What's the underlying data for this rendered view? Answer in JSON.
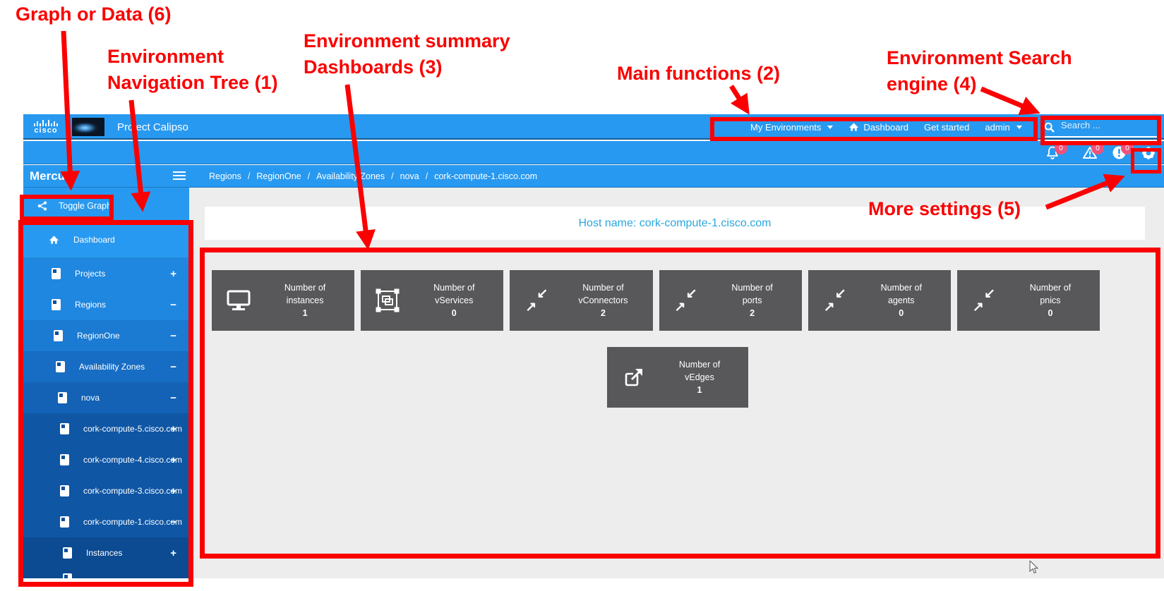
{
  "header": {
    "brand": "cisco",
    "app_title": "Project Calipso",
    "nav": {
      "my_environments": "My Environments",
      "dashboard": "Dashboard",
      "get_started": "Get started",
      "user": "admin"
    },
    "search": {
      "placeholder": "Search ..."
    }
  },
  "notifications": {
    "bell_count": "0",
    "warning_count": "0",
    "error_count": "0"
  },
  "sidebar": {
    "title": "Mercury",
    "toggle_graph_label": "Toggle Graph",
    "tree": [
      {
        "label": "Dashboard",
        "level": 0,
        "expand": ""
      },
      {
        "label": "Projects",
        "level": 1,
        "expand": "+"
      },
      {
        "label": "Regions",
        "level": 1,
        "expand": "−"
      },
      {
        "label": "RegionOne",
        "level": 2,
        "expand": "−"
      },
      {
        "label": "Availability Zones",
        "level": 3,
        "expand": "−"
      },
      {
        "label": "nova",
        "level": 4,
        "expand": "−"
      },
      {
        "label": "cork-compute-5.cisco.com",
        "level": 5,
        "expand": "+"
      },
      {
        "label": "cork-compute-4.cisco.com",
        "level": 5,
        "expand": "+"
      },
      {
        "label": "cork-compute-3.cisco.com",
        "level": 5,
        "expand": "+"
      },
      {
        "label": "cork-compute-1.cisco.com",
        "level": 5,
        "expand": "−"
      },
      {
        "label": "Instances",
        "level": 6,
        "expand": "+"
      }
    ]
  },
  "breadcrumb": {
    "separator": "/",
    "items": [
      "Regions",
      "RegionOne",
      "Availability Zones",
      "nova",
      "cork-compute-1.cisco.com"
    ]
  },
  "main": {
    "host_label": "Host name: cork-compute-1.cisco.com",
    "cards": [
      {
        "icon": "monitor-icon",
        "line1": "Number of",
        "line2": "instances",
        "value": "1"
      },
      {
        "icon": "object-group-icon",
        "line1": "Number of",
        "line2": "vServices",
        "value": "0"
      },
      {
        "icon": "compress-arrows-icon",
        "line1": "Number of",
        "line2": "vConnectors",
        "value": "2"
      },
      {
        "icon": "compress-arrows-icon",
        "line1": "Number of",
        "line2": "ports",
        "value": "2"
      },
      {
        "icon": "compress-arrows-icon",
        "line1": "Number of",
        "line2": "agents",
        "value": "0"
      },
      {
        "icon": "compress-arrows-icon",
        "line1": "Number of",
        "line2": "pnics",
        "value": "0"
      }
    ],
    "vedges_card": {
      "icon": "external-link-icon",
      "line1": "Number of",
      "line2": "vEdges",
      "value": "1"
    }
  },
  "icons": {
    "compress_top": "↙",
    "compress_bottom": "↗"
  },
  "annotations": [
    {
      "id": 6,
      "text": "Graph or Data (6)"
    },
    {
      "id": 1,
      "line1": "Environment",
      "line2": "Navigation Tree (1)"
    },
    {
      "id": 3,
      "line1": "Environment summary",
      "line2": "Dashboards (3)"
    },
    {
      "id": 2,
      "text": "Main functions (2)"
    },
    {
      "id": 4,
      "line1": "Environment Search",
      "line2": "engine (4)"
    },
    {
      "id": 5,
      "text": "More settings (5)"
    }
  ],
  "colors": {
    "accent_blue": "#2899f0",
    "tree_deep_blue": "#0c4a92",
    "card_gray": "#58585a",
    "badge_pink": "#ee537b",
    "annotation_red": "#fa0000",
    "host_text_blue": "#2ba7df"
  }
}
